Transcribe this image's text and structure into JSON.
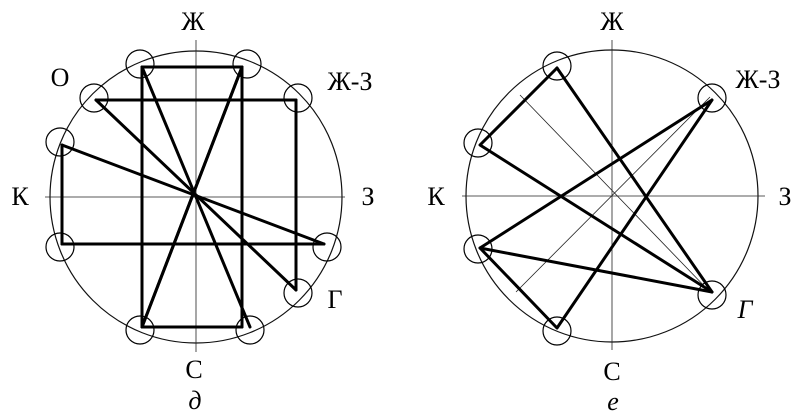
{
  "panel_d": {
    "caption": "д",
    "dir_top": "Ж",
    "dir_bottom": "С",
    "dir_left": "К",
    "dir_right": "З",
    "point_o": "О",
    "point_zh_z": "Ж-З",
    "point_g": "Г"
  },
  "panel_e": {
    "caption": "е",
    "dir_top": "Ж",
    "dir_bottom": "С",
    "dir_left": "К",
    "dir_right": "З",
    "point_zh_z": "Ж-З",
    "point_g": "Г"
  }
}
